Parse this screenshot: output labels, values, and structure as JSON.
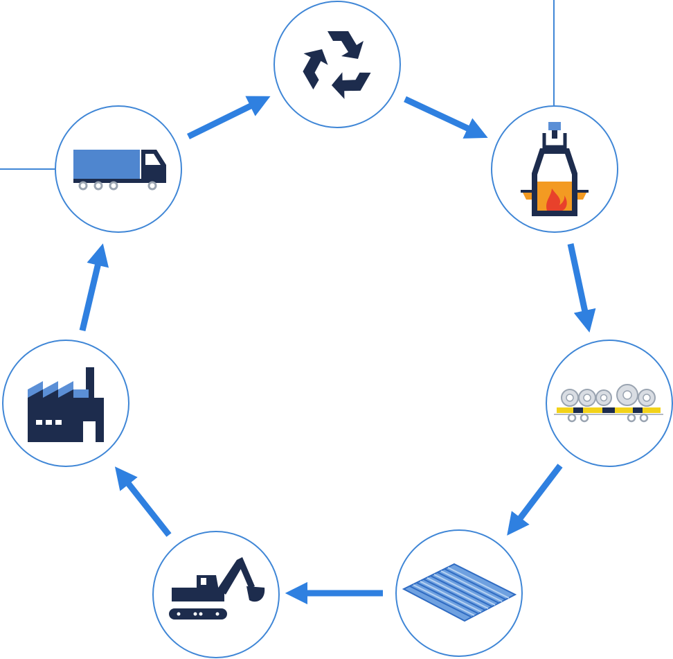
{
  "diagram": {
    "type": "cycle",
    "colors": {
      "ring": "#3f86d6",
      "arrow": "#2f80e0",
      "dark": "#1d2c4d",
      "steel_blue": "#5b8fd6",
      "flame_orange": "#f39a22",
      "flame_red": "#e8412b",
      "yellow": "#f2d21a"
    },
    "nodes": [
      {
        "id": "recycling",
        "icon": "recycle-icon"
      },
      {
        "id": "steelmaking",
        "icon": "blast-furnace-icon"
      },
      {
        "id": "rolling",
        "icon": "steel-coil-railcar-icon"
      },
      {
        "id": "products",
        "icon": "corrugated-sheet-icon"
      },
      {
        "id": "construction",
        "icon": "excavator-icon"
      },
      {
        "id": "manufacturing",
        "icon": "factory-icon"
      },
      {
        "id": "transport",
        "icon": "truck-icon"
      }
    ],
    "flow": [
      "recycling",
      "steelmaking",
      "rolling",
      "products",
      "construction",
      "manufacturing",
      "transport",
      "recycling"
    ]
  }
}
